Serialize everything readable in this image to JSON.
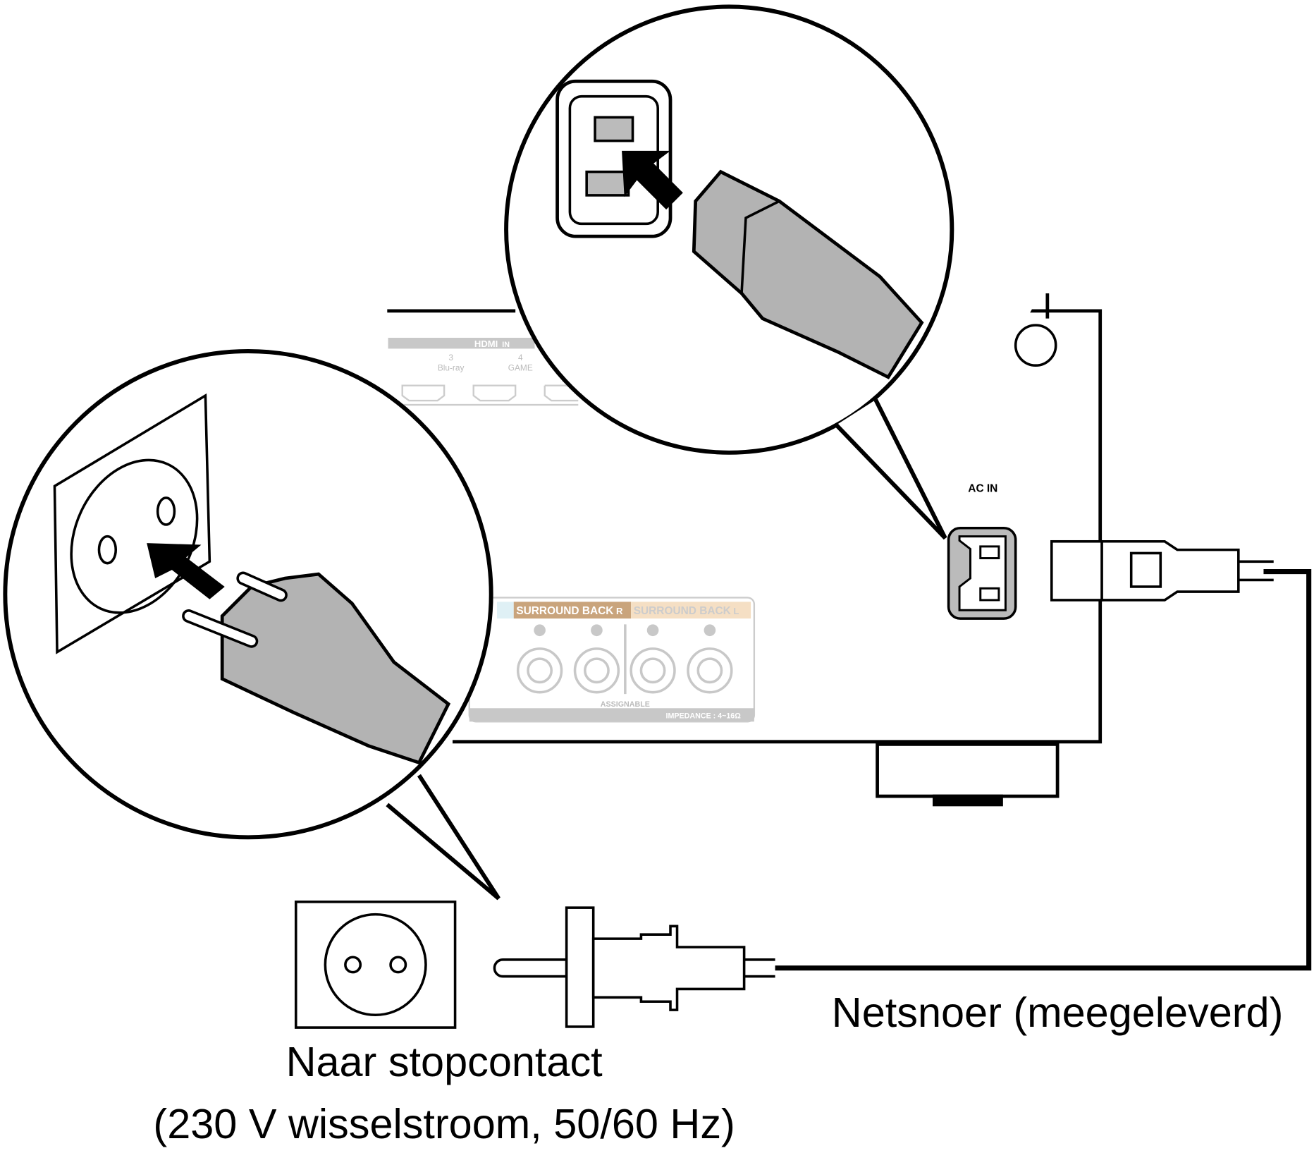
{
  "labels": {
    "ac_in": "AC IN",
    "power_cord": "Netsnoer (meegeleverd)",
    "outlet_title": "Naar stopcontact",
    "outlet_spec": "(230 V wisselstroom, 50/60 Hz)"
  },
  "panel": {
    "hdmi_label": "HDMI",
    "hdmi_in": "IN",
    "hdmi_ports": [
      {
        "number": "3",
        "name": "Blu-ray"
      },
      {
        "number": "4",
        "name": "GAME"
      }
    ],
    "surround_back_r": "SURROUND BACK",
    "surround_back_r_badge": "R",
    "surround_back_l": "SURROUND BACK",
    "surround_back_l_badge": "L",
    "assignable": "ASSIGNABLE",
    "impedance": "IMPEDANCE : 4~16Ω"
  },
  "colors": {
    "line": "#000000",
    "plug_fill": "#b3b3b3",
    "panel_grey": "#c8c8c8",
    "surround_r": "#c9a47c",
    "surround_l": "#f5dfc4"
  }
}
